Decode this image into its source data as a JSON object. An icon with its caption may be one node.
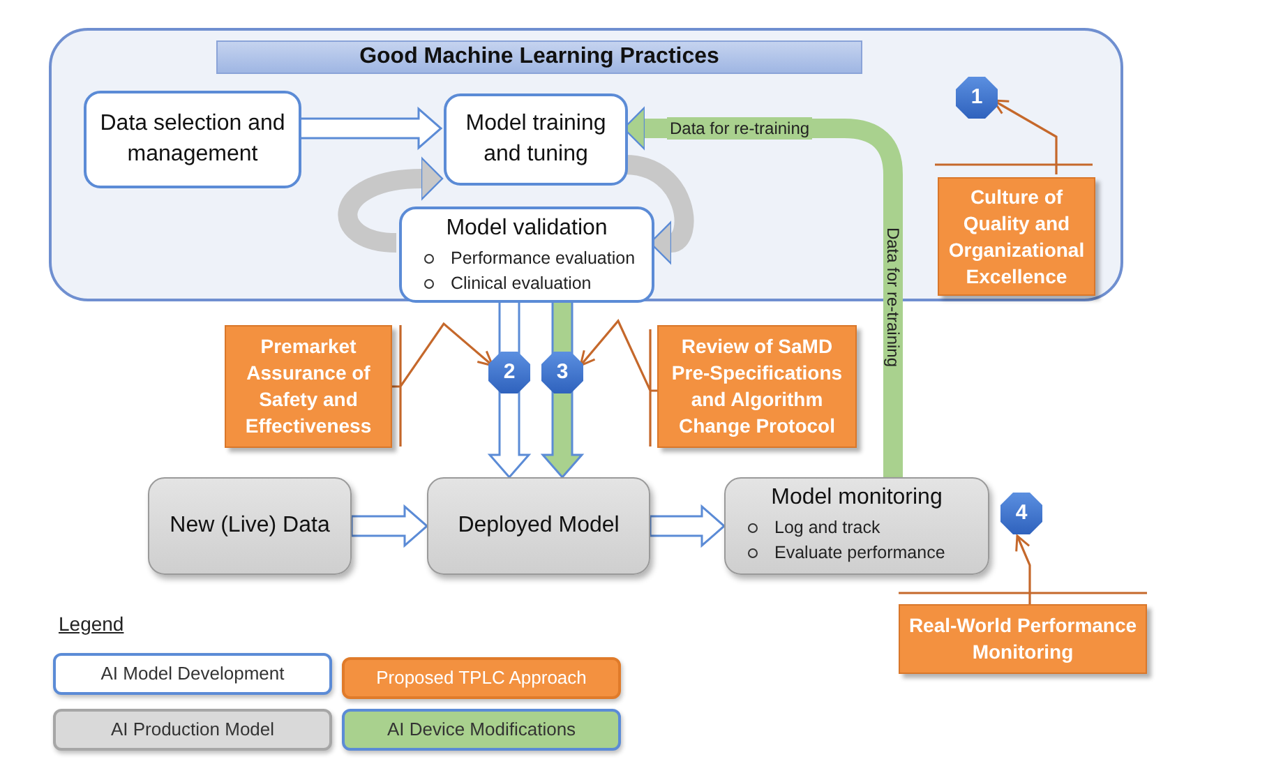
{
  "diagram": {
    "nodes": [
      {
        "text": [
          "Good Machine Learning Practices"
        ]
      },
      {
        "text": [
          "Data selection and management"
        ],
        "in": 0
      },
      {
        "text": [
          "Model training and tuning"
        ],
        "in": 0
      },
      {
        "text": [
          "Model validation",
          "Performance evaluation",
          "Clinical evaluation"
        ],
        "in": 0
      },
      {
        "text": [
          "1"
        ],
        "in": 0
      },
      {
        "text": [
          "Culture of Quality and Organizational Excellence"
        ],
        "in": 0
      },
      {
        "text": [
          "Premarket Assurance of Safety and Effectiveness"
        ]
      },
      {
        "text": [
          "2"
        ]
      },
      {
        "text": [
          "3"
        ]
      },
      {
        "text": [
          "Review of SaMD Pre-Specifications and Algorithm Change Protocol"
        ]
      },
      {
        "text": [
          "New (Live) Data"
        ]
      },
      {
        "text": [
          "Deployed Model"
        ]
      },
      {
        "text": [
          "Model monitoring",
          "Log and track",
          "Evaluate performance"
        ]
      },
      {
        "text": [
          "4"
        ]
      },
      {
        "text": [
          "Real-World Performance Monitoring"
        ]
      }
    ],
    "edges": [
      {
        "from": 1,
        "to": 2,
        "arrow": "to",
        "style": "thick"
      },
      {
        "from": 2,
        "to": 3,
        "arrow": "to",
        "style": "thick",
        "color": "#c8c8c8"
      },
      {
        "from": 3,
        "to": 2,
        "arrow": "to",
        "style": "thick",
        "color": "#c8c8c8"
      },
      {
        "from": 12,
        "to": 2,
        "arrow": "to",
        "style": "thick",
        "color": "#a9d18e",
        "label": "Data for re-training"
      },
      {
        "from": 5,
        "to": 4,
        "arrow": "to",
        "color": "#c5682b"
      },
      {
        "from": 6,
        "to": 7,
        "arrow": "to",
        "color": "#c5682b"
      },
      {
        "from": 9,
        "to": 8,
        "arrow": "to",
        "color": "#c5682b"
      },
      {
        "from": 3,
        "to": 11,
        "arrow": "to",
        "style": "thick"
      },
      {
        "from": 3,
        "to": 11,
        "arrow": "to",
        "style": "thick",
        "color": "#a9d18e"
      },
      {
        "from": 10,
        "to": 11,
        "arrow": "to",
        "style": "thick"
      },
      {
        "from": 11,
        "to": 12,
        "arrow": "to",
        "style": "thick"
      },
      {
        "from": 14,
        "to": 13,
        "arrow": "to",
        "color": "#c5682b"
      }
    ],
    "labels": [
      "Data for re-training",
      "Legend"
    ],
    "legend": [
      {
        "text": "AI Model Development",
        "color": "#ffffff"
      },
      {
        "text": "Proposed TPLC Approach",
        "color": "#f39140"
      },
      {
        "text": "AI Production Model",
        "color": "#d9d9d9"
      },
      {
        "text": "AI Device Modifications",
        "color": "#a9d18e"
      }
    ]
  }
}
